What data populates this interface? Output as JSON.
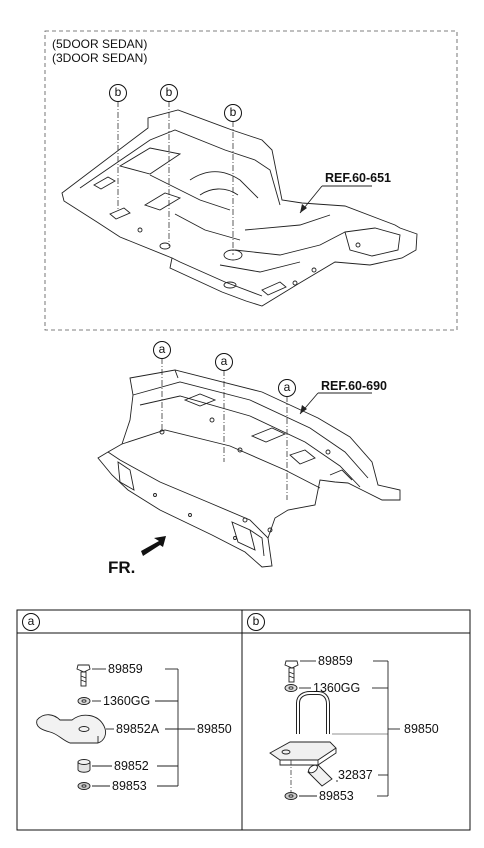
{
  "diagram": {
    "variants": [
      "(5DOOR SEDAN)",
      "(3DOOR SEDAN)"
    ],
    "upper_ref": "REF.60-651",
    "lower_ref": "REF.60-690",
    "front_label": "FR.",
    "callout_a": "a",
    "callout_b": "b"
  },
  "panel_a": {
    "key": "a",
    "parts": {
      "bolt": "89859",
      "washer": "1360GG",
      "bracket": "89852A",
      "assembly": "89850",
      "spacer": "89852",
      "nut": "89853"
    }
  },
  "panel_b": {
    "key": "b",
    "parts": {
      "bolt": "89859",
      "washer": "1360GG",
      "assembly": "89850",
      "pin": "32837",
      "nut": "89853"
    }
  }
}
